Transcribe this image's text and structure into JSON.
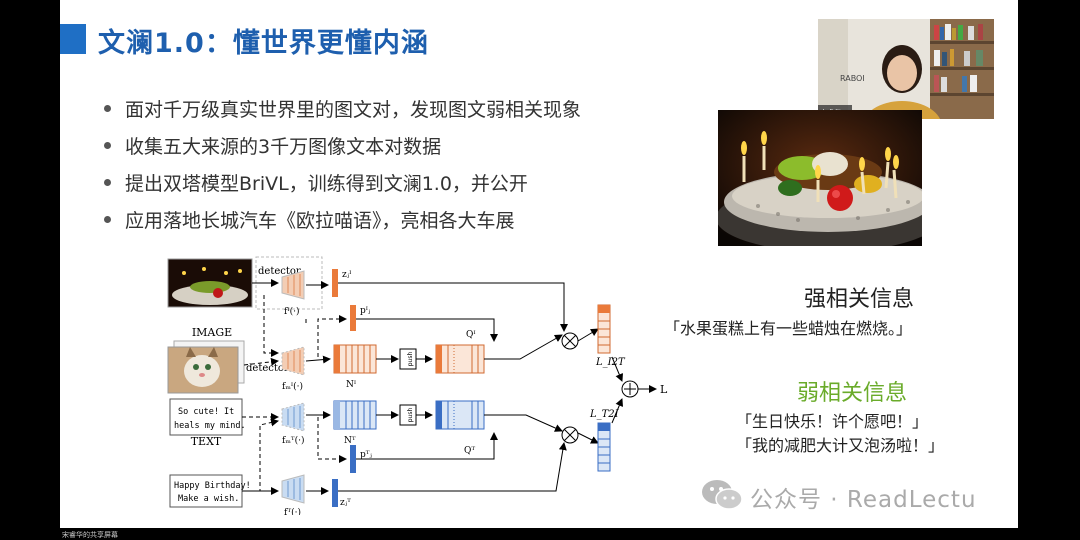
{
  "slide": {
    "title": "文澜1.0：懂世界更懂内涵",
    "bullets": [
      "面对千万级真实世界里的图文对，发现图文弱相关现象",
      "收集五大来源的3千万图像文本对数据",
      "提出双塔模型BriVL，训练得到文澜1.0，并公开",
      "应用落地长城汽车《欧拉喵语》，亮相各大车展"
    ],
    "strong": {
      "heading": "强相关信息",
      "caption": "「水果蛋糕上有一些蜡烛在燃烧。」"
    },
    "weak": {
      "heading": "弱相关信息",
      "lines": [
        "「生日快乐！许个愿吧！」",
        "「我的减肥大计又泡汤啦！」"
      ]
    },
    "diagram": {
      "detector_top": "detector",
      "detector_mid": "detector",
      "image_label": "IMAGE",
      "text_label": "TEXT",
      "text_box_1": [
        "So cute! It",
        "heals my mind."
      ],
      "text_box_2": [
        "Happy Birthday!",
        "Make a wish."
      ],
      "f_img": "fᴵ(·)",
      "f_m_img": "fₘᴵ(·)",
      "f_m_txt": "fₘᵀ(·)",
      "f_txt": "fᵀ(·)",
      "z_img": "zⱼᴵ",
      "p_img": "pᴵⱼ",
      "n_img": "Nᴵ",
      "q_img": "Qᴵ",
      "n_txt": "Nᵀ",
      "p_txt": "pᵀⱼ",
      "q_txt": "Qᵀ",
      "z_txt": "zⱼᵀ",
      "push_1": "push",
      "push_2": "push",
      "loss_i2t": "L_I2T",
      "loss_t2i": "L_T2I",
      "loss": "L"
    },
    "webcam_name": "宋睿华",
    "webcam_sign": "RABOI"
  },
  "watermark": "公众号 · ReadLectu",
  "bottom_label": "宋睿华的共享屏幕"
}
